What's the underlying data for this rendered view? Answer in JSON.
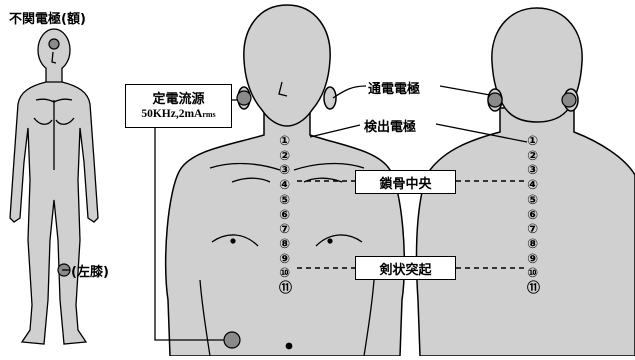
{
  "labels": {
    "indifferent_electrode": "不関電極(額)",
    "left_knee": "(左膝)",
    "current_electrode": "通電電極",
    "detect_electrode": "検出電極",
    "clavicle_center": "鎖骨中央",
    "xiphoid": "剣状突起"
  },
  "source": {
    "title": "定電流源",
    "spec_main": "50KHz,2mA",
    "spec_sub": "rms"
  },
  "electrode_numbers": [
    "①",
    "②",
    "③",
    "④",
    "⑤",
    "⑥",
    "⑦",
    "⑧",
    "⑨",
    "⑩",
    "⑪"
  ],
  "colors": {
    "body_fill": "#d0d0d0",
    "electrode_fill": "#8a8a8a",
    "outline": "#000000"
  }
}
